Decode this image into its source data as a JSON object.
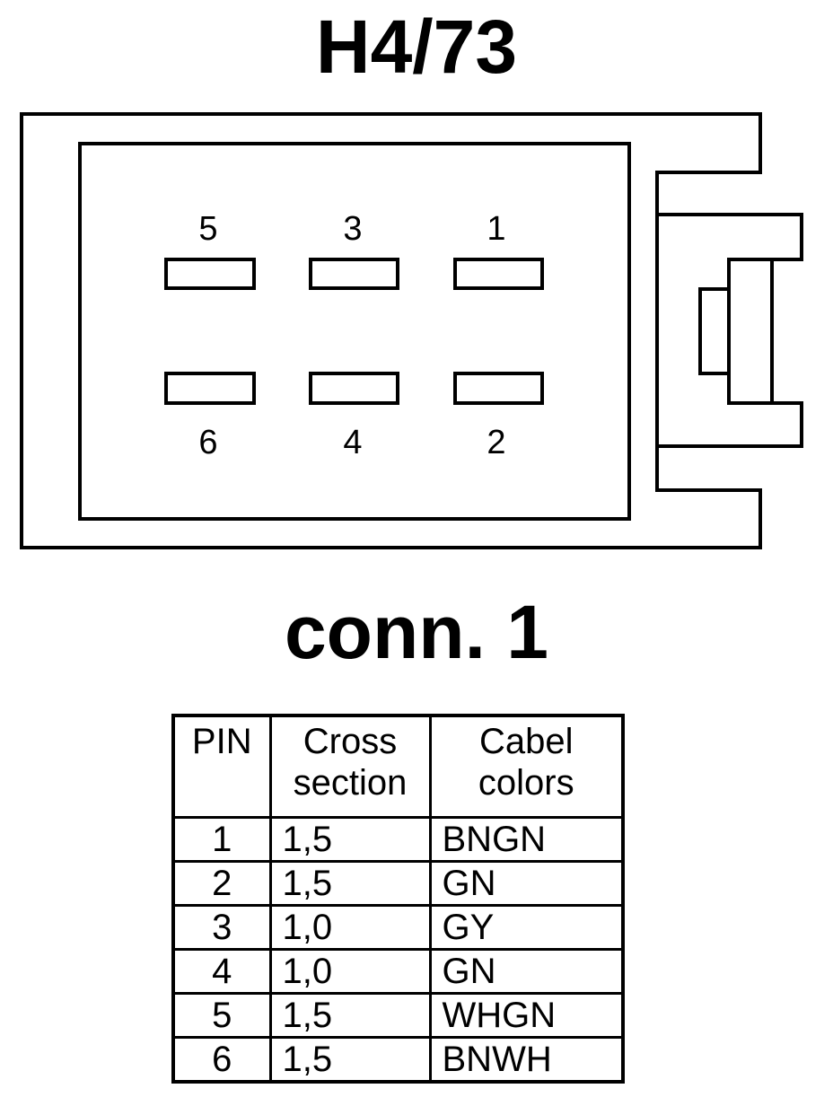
{
  "title": "H4/73",
  "connector_label": "conn. 1",
  "pins_top": [
    "5",
    "3",
    "1"
  ],
  "pins_bottom": [
    "6",
    "4",
    "2"
  ],
  "table": {
    "headers": {
      "pin": "PIN",
      "cross_line1": "Cross",
      "cross_line2": "section",
      "color_line1": "Cabel",
      "color_line2": "colors"
    },
    "rows": [
      {
        "pin": "1",
        "cross": "1,5",
        "color": "BNGN"
      },
      {
        "pin": "2",
        "cross": "1,5",
        "color": "GN"
      },
      {
        "pin": "3",
        "cross": "1,0",
        "color": "GY"
      },
      {
        "pin": "4",
        "cross": "1,0",
        "color": "GN"
      },
      {
        "pin": "5",
        "cross": "1,5",
        "color": "WHGN"
      },
      {
        "pin": "6",
        "cross": "1,5",
        "color": "BNWH"
      }
    ]
  }
}
